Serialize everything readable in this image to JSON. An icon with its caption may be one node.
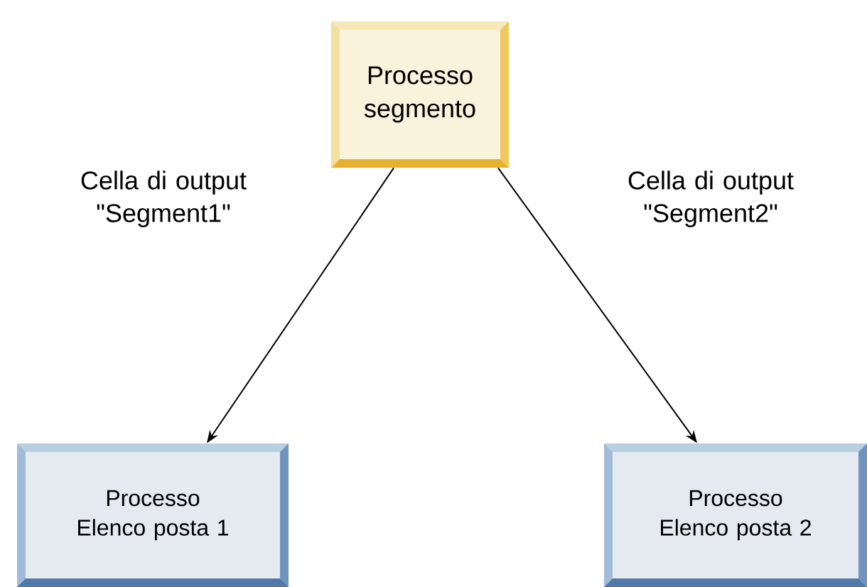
{
  "diagram": {
    "nodes": [
      {
        "text": [
          "Processo segmento"
        ]
      },
      {
        "text": [
          "Processo Elenco posta 1"
        ]
      },
      {
        "text": [
          "Processo Elenco posta 2"
        ]
      }
    ],
    "edges": [
      {
        "from": 0,
        "to": 1,
        "arrow": "to",
        "label": "Cella di output \"Segment1\""
      },
      {
        "from": 0,
        "to": 2,
        "arrow": "to",
        "label": "Cella di output \"Segment2\""
      }
    ]
  }
}
